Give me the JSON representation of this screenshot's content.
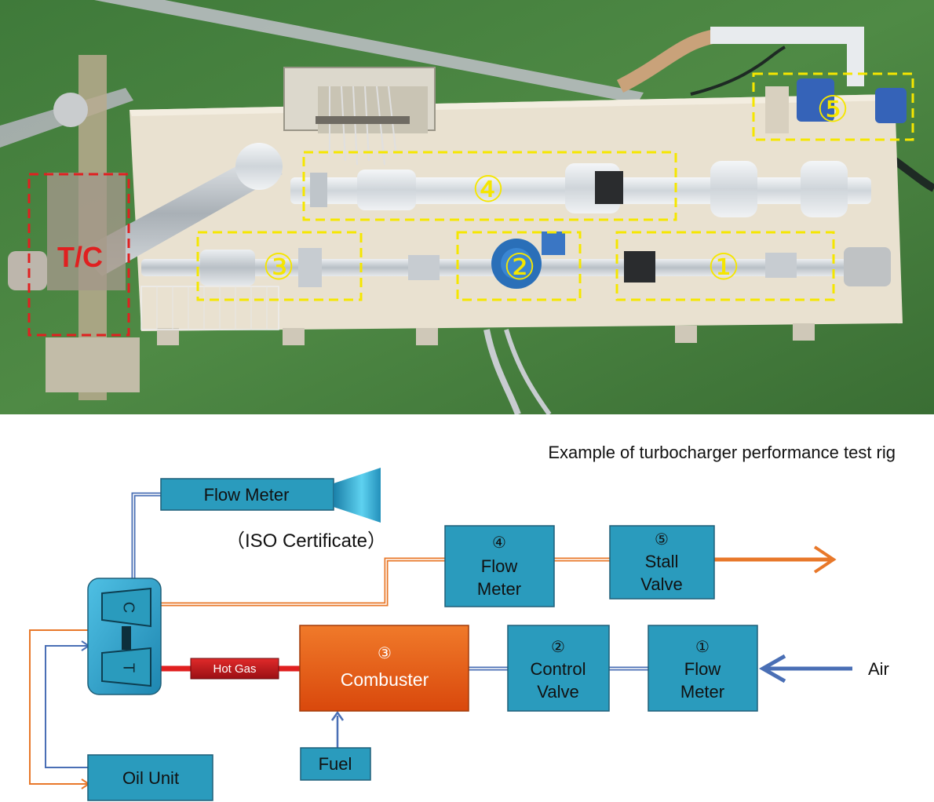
{
  "photo": {
    "tc_label": "T/C",
    "regions": [
      "①",
      "②",
      "③",
      "④",
      "⑤"
    ]
  },
  "caption": "Example of turbocharger performance test rig",
  "diagram": {
    "flow_meter_top": "Flow Meter",
    "iso": "（ISO Certificate）",
    "box4": {
      "num": "④",
      "line1": "Flow",
      "line2": "Meter"
    },
    "box5": {
      "num": "⑤",
      "line1": "Stall",
      "line2": "Valve"
    },
    "combuster": {
      "num": "③",
      "label": "Combuster"
    },
    "box2": {
      "num": "②",
      "line1": "Control",
      "line2": "Valve"
    },
    "box1": {
      "num": "①",
      "line1": "Flow",
      "line2": "Meter"
    },
    "air": "Air",
    "hot_gas": "Hot Gas",
    "fuel": "Fuel",
    "oil_unit": "Oil Unit",
    "compressor": "C",
    "turbine": "T"
  },
  "colors": {
    "box_fill": "#2a9bbd",
    "box_border": "#1f5f78",
    "air_line": "#4a6fb5",
    "exhaust_line": "#e8782a",
    "hot_gas": "#c8161e",
    "combuster": "#e85c12",
    "region_yellow": "#f5e600",
    "region_red": "#e02020"
  }
}
